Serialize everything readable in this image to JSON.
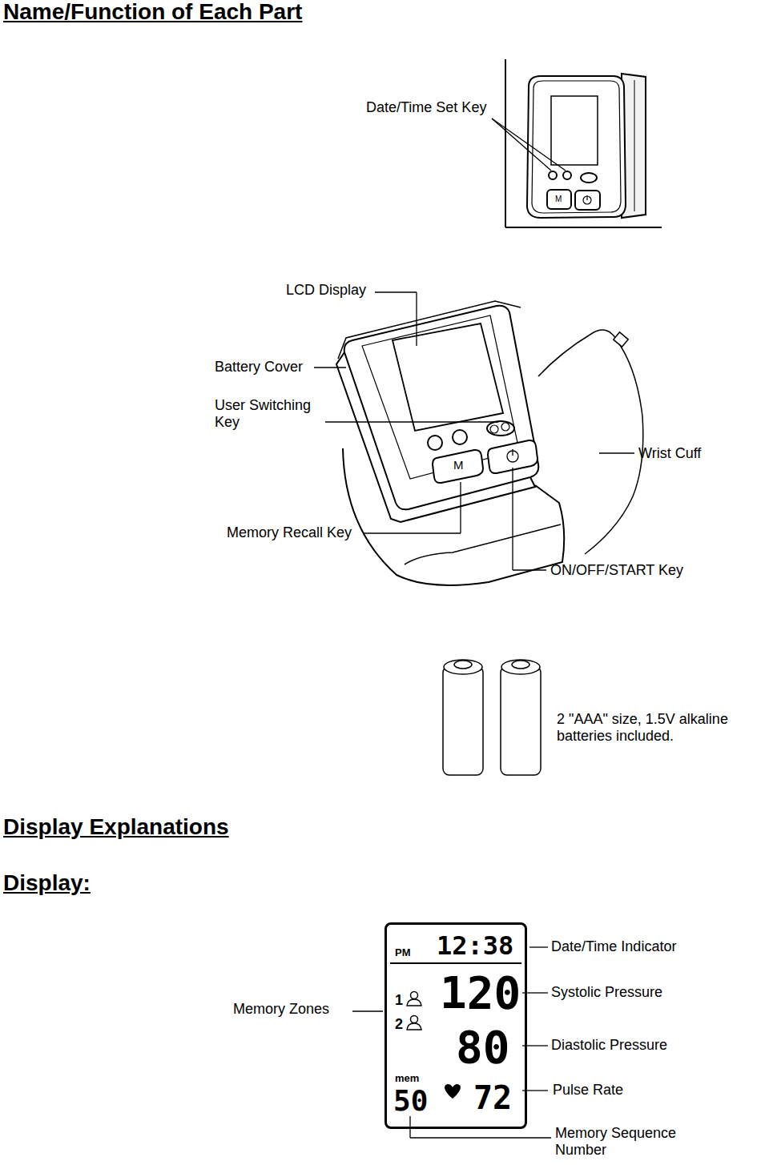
{
  "diagram": {
    "title": "Name/Function of Each Part",
    "nodes": [
      {
        "text": [
          "PM",
          "12:38",
          "1",
          "2",
          "120",
          "80",
          "mem",
          "50",
          "72"
        ]
      }
    ],
    "labels": [
      "Date/Time Set Key",
      "LCD Display",
      "Battery Cover",
      "User Switching Key",
      "Wrist Cuff",
      "Memory Recall Key",
      "ON/OFF/START Key",
      "M",
      "M",
      "2 \"AAA\" size, 1.5V alkaline batteries included.",
      "Display Explanations",
      "Display:",
      "Memory Zones",
      "Date/Time Indicator",
      "Systolic Pressure",
      "Diastolic Pressure",
      "Pulse Rate",
      "Memory Sequence Number"
    ]
  }
}
